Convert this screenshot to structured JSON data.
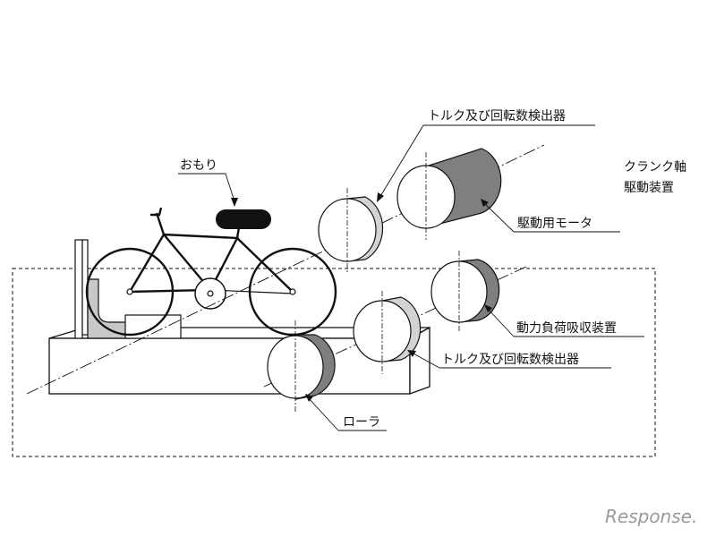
{
  "diagram": {
    "labels": {
      "weight": "おもり",
      "torque_top": "トルク及び回転数検出器",
      "crank_line1": "クランク軸",
      "crank_line2": "駆動装置",
      "drive_motor": "駆動用モータ",
      "load_absorber": "動力負荷吸収装置",
      "torque_bottom": "トルク及び回転数検出器",
      "roller": "ローラ"
    },
    "watermark": "Response."
  },
  "colors": {
    "line": "#111111",
    "dark_gray_fill": "#7f7f7f",
    "light_gray_fill": "#cfcfcf",
    "watermark": "#9a9a9a"
  }
}
